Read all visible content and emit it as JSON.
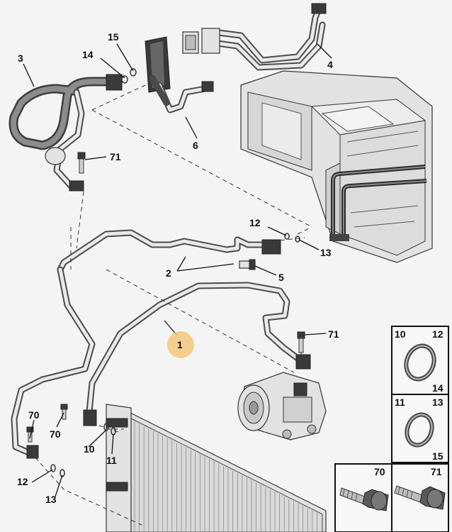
{
  "callouts": {
    "c1": "1",
    "c2": "2",
    "c3": "3",
    "c4": "4",
    "c5": "5",
    "c6": "6",
    "c10": "10",
    "c11": "11",
    "c12a": "12",
    "c12b": "12",
    "c13a": "13",
    "c13b": "13",
    "c14": "14",
    "c15": "15",
    "c70a": "70",
    "c70b": "70",
    "c71a": "71",
    "c71b": "71"
  },
  "legend": {
    "box1": {
      "top_left": "10",
      "top_right": "12",
      "bottom_right": "14"
    },
    "box2": {
      "top_left": "11",
      "top_right": "13",
      "bottom_right": "15"
    },
    "box3": {
      "left": "70",
      "right": "71"
    }
  },
  "colors": {
    "highlight": "#f2c77a",
    "ink": "#111111",
    "pipe": "#4a4a4a"
  }
}
